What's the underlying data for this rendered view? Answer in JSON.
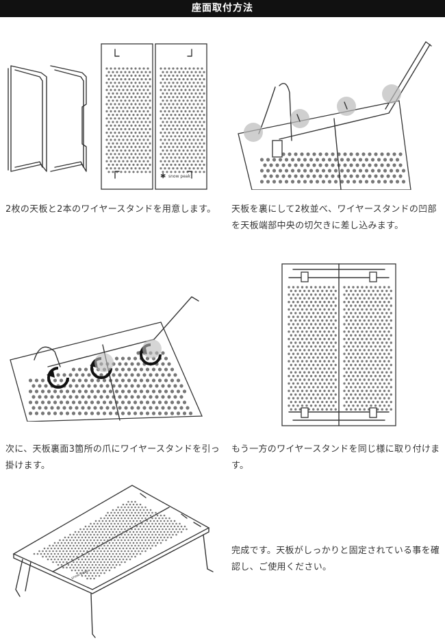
{
  "header": {
    "title": "座面取付方法"
  },
  "steps": [
    {
      "caption": "2枚の天板と2本のワイヤースタンドを用意します。"
    },
    {
      "caption": "天板を裏にして2枚並べ、ワイヤースタンドの凹部を天板端部中央の切欠きに差し込みます。"
    },
    {
      "caption": "次に、天板裏面3箇所の爪にワイヤースタンドを引っ掛けます。"
    },
    {
      "caption": "もう一方のワイヤースタンドを同じ様に取り付けます。"
    },
    {
      "caption": "完成です。天板がしっかりと固定されている事を確認し、ご使用ください。"
    }
  ],
  "brand": {
    "logo": "snow peak"
  },
  "icons": [
    "rotate-arrow-icon",
    "snowflake-icon"
  ]
}
